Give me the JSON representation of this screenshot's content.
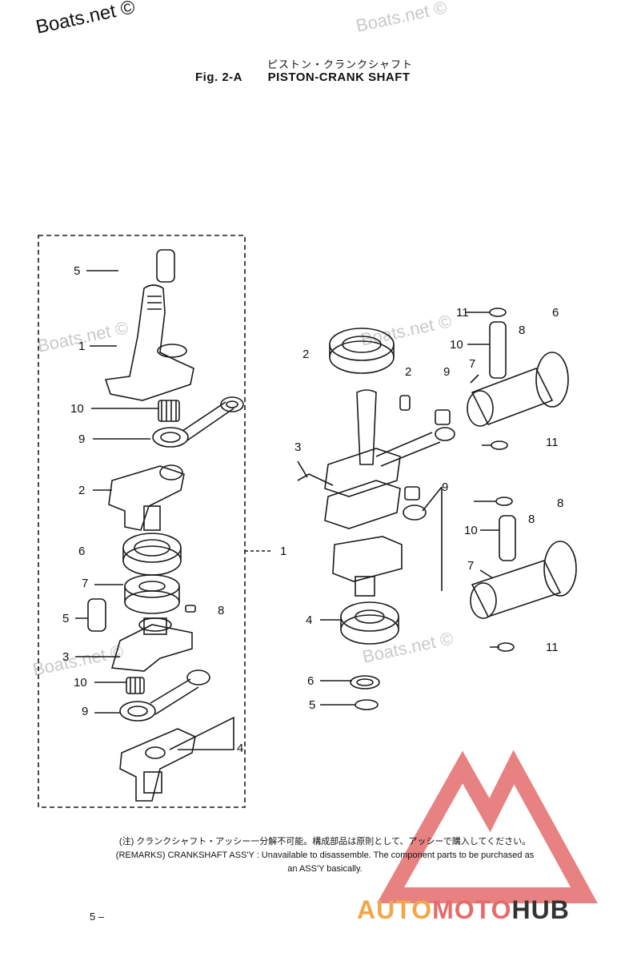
{
  "watermarks": {
    "main": "Boats.net ©",
    "repeat": "Boats.net ©"
  },
  "title": {
    "japanese": "ピストン・クランクシャフト",
    "figure": "Fig. 2-A",
    "name": "PISTON-CRANK SHAFT"
  },
  "left_labels": [
    "5",
    "1",
    "10",
    "9",
    "2",
    "6",
    "7",
    "5",
    "8",
    "3",
    "10",
    "9",
    "4",
    "1"
  ],
  "right_labels": [
    "2",
    "2",
    "9",
    "11",
    "8",
    "10",
    "7",
    "6",
    "3",
    "9",
    "11",
    "10",
    "8",
    "8",
    "7",
    "11",
    "4",
    "6",
    "5"
  ],
  "remarks": {
    "japanese": "(注) クランクシャフト・アッシー一分解不可能。構成部品は原則として、アッシーで購入してください。",
    "line1": "(REMARKS) CRANKSHAFT ASS'Y : Unavailable to disassemble. The component parts to be purchased as",
    "line2": "an ASS'Y basically."
  },
  "page_number": "5 –",
  "brand": {
    "part1": "AUTO",
    "part2": "MOTO",
    "part3": "HUB",
    "colors": {
      "triangle": "#e57373",
      "auto": "#f2a64a",
      "moto": "#e86a6a",
      "hub": "#333333"
    }
  }
}
